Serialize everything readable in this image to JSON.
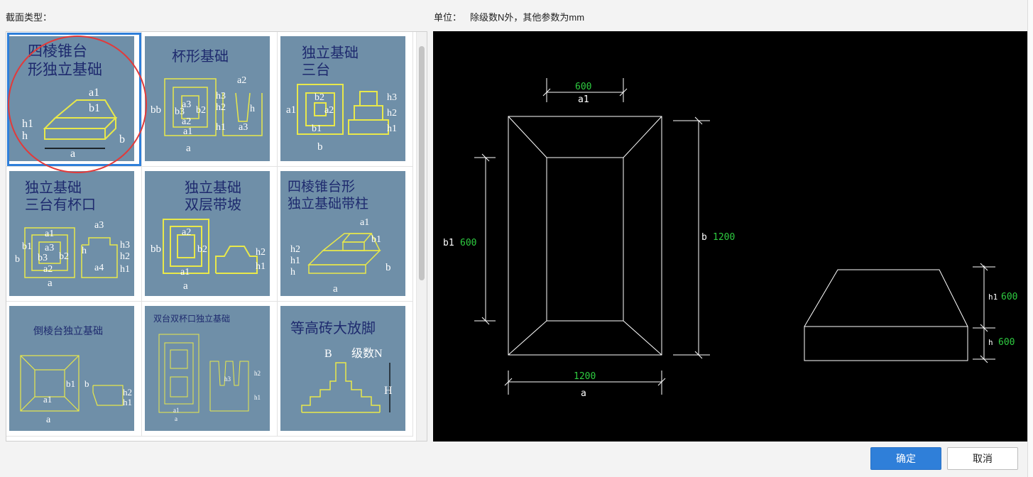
{
  "header": {
    "section_type_label": "截面类型：",
    "unit_label": "单位：",
    "unit_note": "除级数N外，其他参数为mm"
  },
  "gallery": {
    "items": [
      {
        "title1": "四棱锥台",
        "title2": "形独立基础",
        "selected": true
      },
      {
        "title1": "杯形基础",
        "title2": ""
      },
      {
        "title1": "独立基础",
        "title2": "三台"
      },
      {
        "title1": "独立基础",
        "title2": "三台有杯口"
      },
      {
        "title1": "独立基础",
        "title2": "双层带坡"
      },
      {
        "title1": "四棱锥台形",
        "title2": "独立基础带柱"
      },
      {
        "title1": "倒棱台独立基础",
        "title2": ""
      },
      {
        "title1": "双台双杯口独立基础",
        "title2": ""
      },
      {
        "title1": "等高砖大放脚",
        "title2": ""
      }
    ]
  },
  "preview": {
    "a1_value": "600",
    "a1_label": "a1",
    "b1_label": "b1",
    "b1_value": "600",
    "b_label": "b",
    "b_value": "1200",
    "a_value": "1200",
    "a_label": "a",
    "h1_label": "h1",
    "h1_value": "600",
    "h_label": "h",
    "h_value": "600"
  },
  "thumb_labels": {
    "a": "a",
    "b": "b",
    "a1": "a1",
    "b1": "b1",
    "h": "h",
    "h1": "h1",
    "h2": "h2",
    "h3": "h3",
    "a2": "a2",
    "a3": "a3",
    "a4": "a4",
    "b2": "b2",
    "b3": "b3",
    "bb": "bb",
    "B": "B",
    "H": "H",
    "N": "级数N"
  },
  "buttons": {
    "ok": "确定",
    "cancel": "取消"
  },
  "colors": {
    "accent": "#2f7fd9",
    "thumb_bg": "#6f8fa8",
    "value_green": "#2ecc40"
  }
}
